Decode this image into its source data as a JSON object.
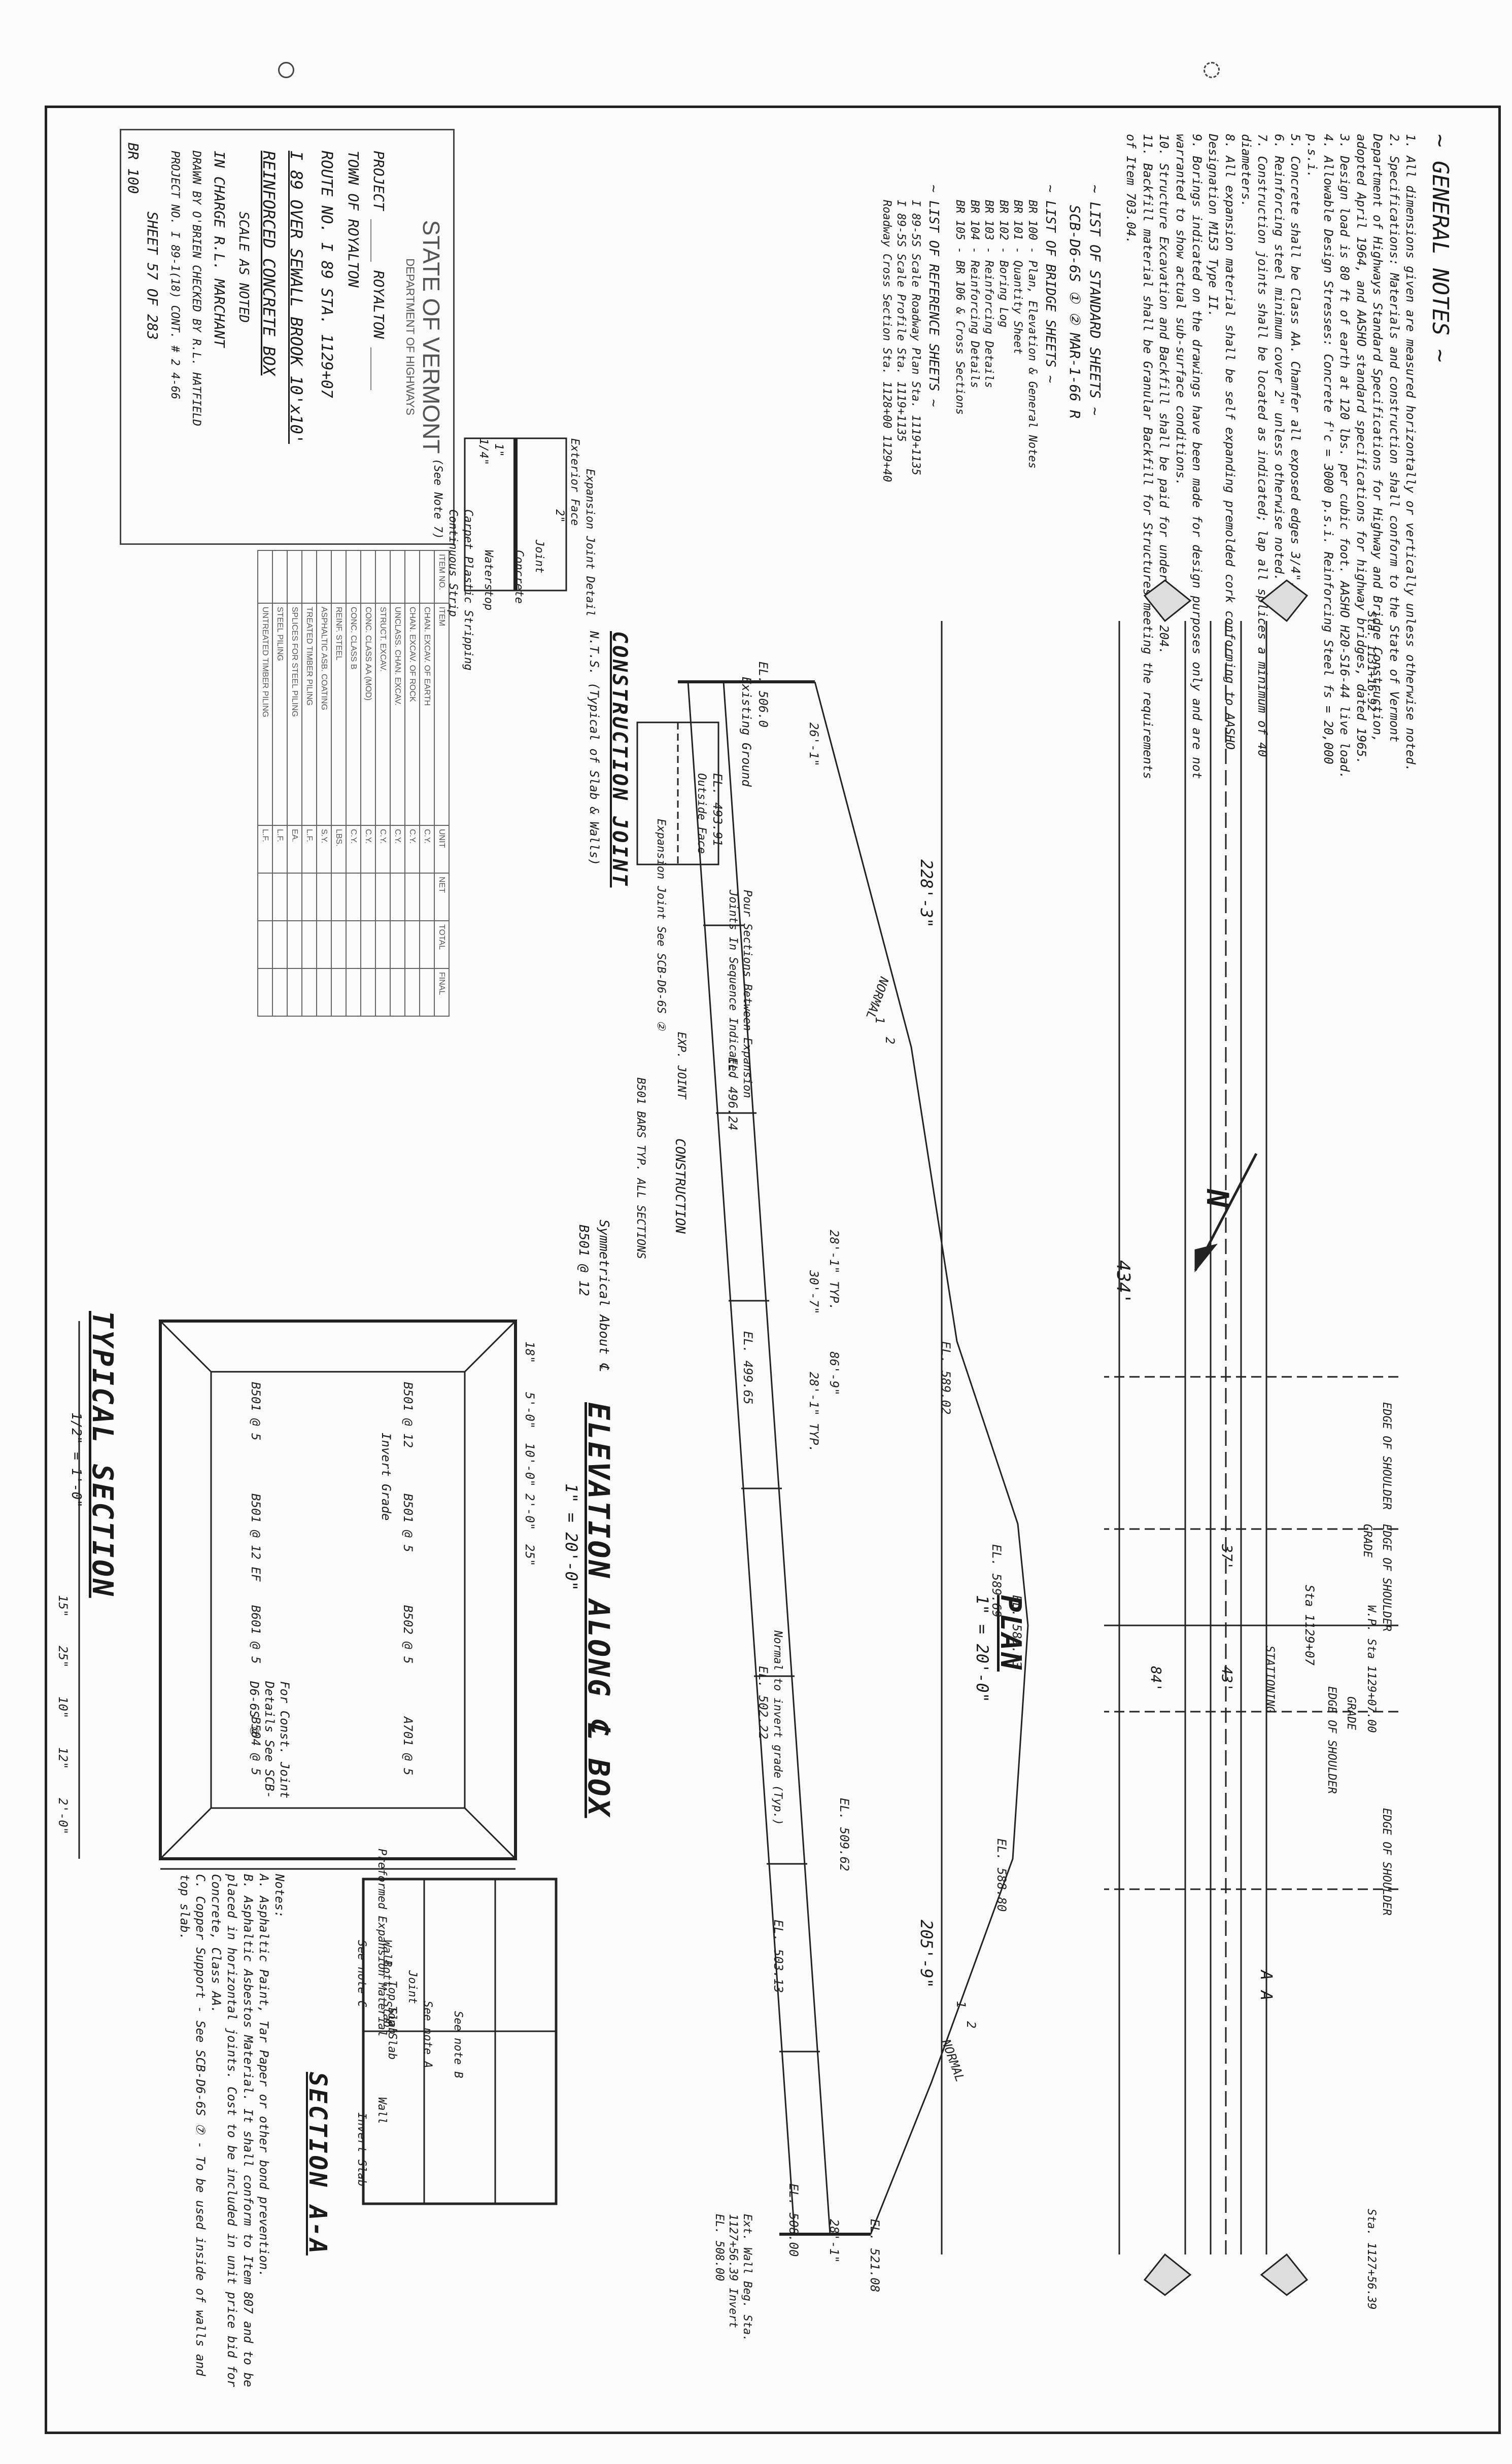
{
  "general_notes": {
    "heading": "~ GENERAL NOTES ~",
    "items": [
      "1. All dimensions given are measured horizontally or vertically unless otherwise noted.",
      "2. Specifications: Materials and construction shall conform to the State of Vermont Department of Highways Standard Specifications for Highway and Bridge Construction, adopted April 1964, and AASHO standard specifications for highway bridges, dated 1965.",
      "3. Design load is 80 ft of earth at 120 lbs. per cubic foot. AASHO H20-S16-44 live load.",
      "4. Allowable Design Stresses: Concrete f'c = 3000 p.s.i.  Reinforcing Steel fs = 20,000 p.s.i.",
      "5. Concrete shall be Class AA. Chamfer all exposed edges 3/4\".",
      "6. Reinforcing steel minimum cover 2\" unless otherwise noted.",
      "7. Construction joints shall be located as indicated; lap all splices a minimum of 40 diameters.",
      "8. All expansion material shall be self expanding premolded cork conforming to AASHO Designation M153 Type II.",
      "9. Borings indicated on the drawings have been made for design purposes only and are not warranted to show actual sub-surface conditions.",
      "10. Structure Excavation and Backfill shall be paid for under Item 204.",
      "11. Backfill material shall be Granular Backfill for Structures meeting the requirements of Item 703.04."
    ]
  },
  "standard_sheets": {
    "heading": "~ LIST OF STANDARD SHEETS ~",
    "items": [
      "SCB-D6-6S ① ② MAR-1-66 R"
    ]
  },
  "bridge_sheets": {
    "heading": "~ LIST OF BRIDGE SHEETS ~",
    "items": [
      "BR 100 - Plan, Elevation & General Notes",
      "BR 101 - Quantity Sheet",
      "BR 102 - Boring Log",
      "BR 103 - Reinforcing Details",
      "BR 104 - Reinforcing Details",
      "BR 105 - BR 106 & Cross Sections"
    ]
  },
  "reference_sheets": {
    "heading": "~ LIST OF REFERENCE SHEETS ~",
    "items": [
      "I 89-5S Scale Roadway Plan Sta. 1119+1135",
      "I 89-5S Scale Profile Sta. 1119+1135",
      "Roadway Cross Section Sta. 1128+00 1129+40"
    ]
  },
  "plan_view": {
    "title": "PLAN",
    "scale": "1\" = 20'-0\"",
    "length_total": "434'",
    "length_left": "205'-9\"",
    "length_right": "228'-3\"",
    "labels": [
      "EDGE OF SHOULDER",
      "GRADE",
      "EDGE OF SHOULDER",
      "STATIONING",
      "EDGE OF SHOULDER",
      "GRADE",
      "EDGE OF SHOULDER"
    ],
    "station": "Sta 1129+07",
    "skew": "W.P. Sta 1129+07.00",
    "dims": [
      "43'",
      "37'",
      "84'"
    ],
    "north_label": "N",
    "left_end": "Sta. 1127+56.39",
    "right_end": "Sta. 1131+16.92",
    "section_mark": "A"
  },
  "elevation_view": {
    "title": "ELEVATION ALONG ℄ BOX",
    "scale": "1\" = 20'-0\"",
    "elevations": [
      "EL. 521.08",
      "EL. 509.62",
      "EL. 588.80",
      "EL. 589.73",
      "EL. 589.69",
      "EL. 589.02",
      "EL. 506.0"
    ],
    "inverts": [
      "EL. 508.00",
      "EL. 503.13",
      "EL. 502.22",
      "EL. 499.65",
      "EL. 496.24",
      "EL. 493.91"
    ],
    "notes": [
      "Ext. Wall Beg. Sta. 1127+56.39 Invert EL. 508.00",
      "Normal to invert grade (Typ.)",
      "Symmetrical About ℄",
      "B501 @ 12",
      "B501 BARS TYP. ALL SECTIONS",
      "CONSTRUCTION",
      "Pour Sections Between Expansion Joints In Sequence Indicated",
      "EXP. JOINT",
      "Existing Ground"
    ],
    "slopes": [
      "NORMAL",
      "NORMAL"
    ],
    "dims": [
      "28'-1\"",
      "28'-1\" TYP.",
      "86'-9\"",
      "30'-7\"",
      "28'-1\" TYP.",
      "26'-1\""
    ],
    "skew_notes": [
      "1",
      "2",
      "2",
      "1"
    ]
  },
  "section_aa": {
    "title": "SECTION A-A",
    "labels": [
      "See note B",
      "See note A",
      "Top Slab",
      "Wall",
      "Invert Slab",
      "See note C",
      "Preformed Expansion Material",
      "Joint",
      "Bott. Slab",
      "Top Slab",
      "Wall"
    ],
    "notes": [
      "Notes:",
      "A. Asphaltic Paint, Tar Paper or other bond prevention.",
      "B. Asphaltic Asbestos Material. It shall conform to Item 807 and to be placed in horizontal joints. Cost to be included in unit price bid for Concrete, Class AA.",
      "C. Copper Support - See SCB-D6-6S ⑦ - To be used inside of walls and top slab."
    ]
  },
  "typical_section": {
    "title": "TYPICAL SECTION",
    "scale": "1/2\" = 1'-0\"",
    "dims": [
      "18\"",
      "5'-0\"",
      "10'-0\"",
      "2'-0\"",
      "25\"",
      "15\"",
      "25\"",
      "10\"",
      "12\"",
      "2'-0\""
    ],
    "bars": [
      "B501 @ 12",
      "B501 @ 5",
      "B502 @ 5",
      "A701 @ 5",
      "B501 @ 5",
      "B501 @ 12 EF",
      "B601 @ 5",
      "B504 @ 5"
    ],
    "notes": [
      "For Const. Joint Details See SCB-D6-6S ②",
      "Invert Grade"
    ]
  },
  "construction_joint": {
    "title": "CONSTRUCTION JOINT",
    "subtitle": "N.T.S. (Typical of Slab & Walls)",
    "labels": [
      "Outside Face",
      "Expansion Joint See SCB-D6-6S ②",
      "Expansion Joint Detail",
      "Joint",
      "Concrete",
      "Waterstop",
      "Exterior Face",
      "Carpet Plastic Stripping",
      "Continuous Strip",
      "(See Note 7)"
    ],
    "dims": [
      "2\"",
      "1\"",
      "1/4\""
    ]
  },
  "quantities": {
    "headers": [
      "ITEM NO.",
      "ITEM",
      "UNIT",
      "NET",
      "TOTAL",
      "FINAL"
    ],
    "rows": [
      [
        "",
        "CHAN. EXCAV. OF EARTH",
        "C.Y.",
        "",
        "",
        ""
      ],
      [
        "",
        "CHAN. EXCAV. OF ROCK",
        "C.Y.",
        "",
        "",
        ""
      ],
      [
        "",
        "UNCLASS. CHAN. EXCAV.",
        "C.Y.",
        "",
        "",
        ""
      ],
      [
        "",
        "STRUCT. EXCAV.",
        "C.Y.",
        "",
        "",
        ""
      ],
      [
        "",
        "CONC. CLASS AA (MOD)",
        "C.Y.",
        "",
        "",
        ""
      ],
      [
        "",
        "CONC. CLASS B",
        "C.Y.",
        "",
        "",
        ""
      ],
      [
        "",
        "REINF. STEEL",
        "LBS.",
        "",
        "",
        ""
      ],
      [
        "",
        "ASPHALTIC ASB. COATING",
        "S.Y.",
        "",
        "",
        ""
      ],
      [
        "",
        "TREATED TIMBER PILING",
        "L.F.",
        "",
        "",
        ""
      ],
      [
        "",
        "SPLICES FOR STEEL PILING",
        "EA.",
        "",
        "",
        ""
      ],
      [
        "",
        "STEEL PILING",
        "L.F.",
        "",
        "",
        ""
      ],
      [
        "",
        "UNTREATED TIMBER PILING",
        "L.F.",
        "",
        "",
        ""
      ]
    ]
  },
  "title_block": {
    "state": "STATE OF VERMONT",
    "dept": "DEPARTMENT OF HIGHWAYS",
    "project": "PROJECT _____ ROYALTON _____",
    "town": "TOWN OF ROYALTON",
    "route": "ROUTE NO. I 89     STA. 1129+07",
    "structure": "I 89 OVER SEWALL BROOK 10'x10'",
    "type": "REINFORCED CONCRETE BOX",
    "scale": "SCALE AS NOTED",
    "in_charge": "IN CHARGE  R.L. MARCHANT",
    "drawn": "DRAWN BY O'BRIEN  CHECKED BY R.L. HATFIELD",
    "project_no": "PROJECT NO. I 89-1(18) CONT. # 2  4-66",
    "sheet": "SHEET 57 OF 283",
    "drawing_no": "BR 100"
  }
}
